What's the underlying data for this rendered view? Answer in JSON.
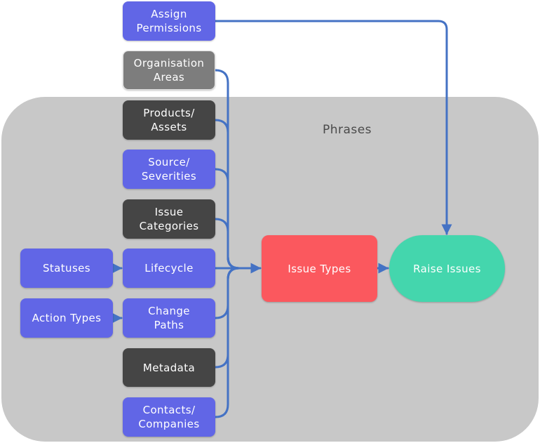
{
  "diagram": {
    "container_label": "Phrases",
    "nodes": {
      "assign_permissions": "Assign\nPermissions",
      "organisation_areas": "Organisation\nAreas",
      "products_assets": "Products/\nAssets",
      "source_severities": "Source/\nSeverities",
      "issue_categories": "Issue\nCategories",
      "lifecycle": "Lifecycle",
      "change_paths": "Change\nPaths",
      "metadata": "Metadata",
      "contacts_companies": "Contacts/\nCompanies",
      "statuses": "Statuses",
      "action_types": "Action Types",
      "issue_types": "Issue Types",
      "raise_issues": "Raise Issues"
    },
    "edges": [
      {
        "from": "statuses",
        "to": "lifecycle"
      },
      {
        "from": "action_types",
        "to": "change_paths"
      },
      {
        "from": "organisation_areas",
        "to": "issue_types"
      },
      {
        "from": "products_assets",
        "to": "issue_types"
      },
      {
        "from": "source_severities",
        "to": "issue_types"
      },
      {
        "from": "issue_categories",
        "to": "issue_types"
      },
      {
        "from": "lifecycle",
        "to": "issue_types"
      },
      {
        "from": "change_paths",
        "to": "issue_types"
      },
      {
        "from": "metadata",
        "to": "issue_types"
      },
      {
        "from": "contacts_companies",
        "to": "issue_types"
      },
      {
        "from": "issue_types",
        "to": "raise_issues"
      },
      {
        "from": "assign_permissions",
        "to": "raise_issues"
      }
    ],
    "colors": {
      "container": "#c8c8c8",
      "blue_node": "#6166e6",
      "dark_node": "#454545",
      "grey_node": "#7d7d7d",
      "issue_types": "#fb585e",
      "raise_issues": "#44d6ad",
      "connector": "#4472c4"
    }
  }
}
